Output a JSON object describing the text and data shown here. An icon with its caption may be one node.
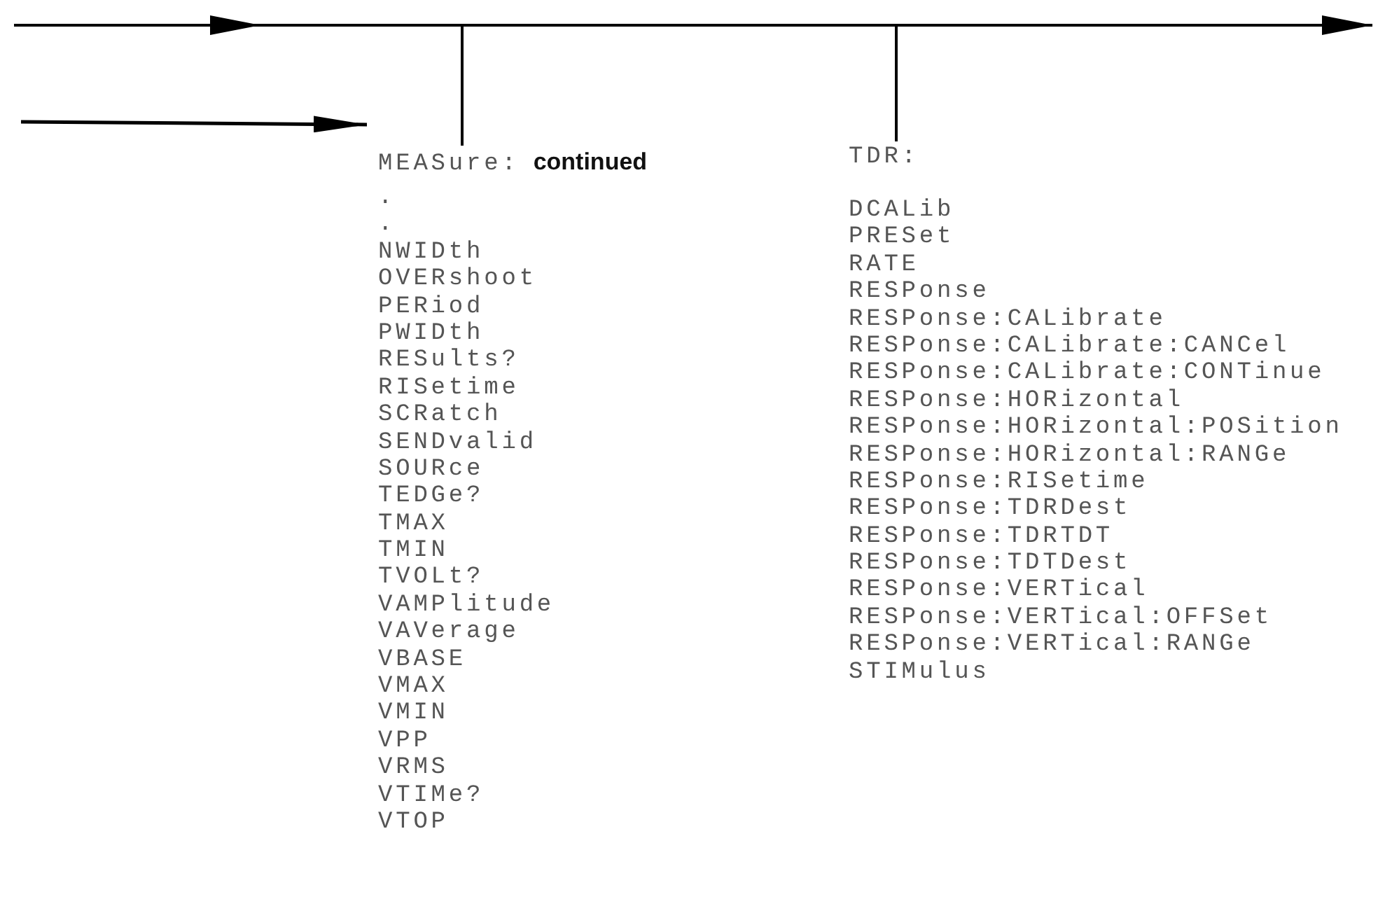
{
  "diagram": {
    "nodes": [
      {
        "text": [
          "MEASure:",
          "continued",
          ".",
          ".",
          "NWIDth",
          "OVERshoot",
          "PERiod",
          "PWIDth",
          "RESults?",
          "RISetime",
          "SCRatch",
          "SENDvalid",
          "SOURce",
          "TEDGe?",
          "TMAX",
          "TMIN",
          "TVOLt?",
          "VAMPlitude",
          "VAVerage",
          "VBASE",
          "VMAX",
          "VMIN",
          "VPP",
          "VRMS",
          "VTIMe?",
          "VTOP"
        ]
      },
      {
        "text": [
          "TDR:",
          "DCALib",
          "PRESet",
          "RATE",
          "RESPonse",
          "RESPonse:CALibrate",
          "RESPonse:CALibrate:CANCel",
          "RESPonse:CALibrate:CONTinue",
          "RESPonse:HORizontal",
          "RESPonse:HORizontal:POSition",
          "RESPonse:HORizontal:RANGe",
          "RESPonse:RISetime",
          "RESPonse:TDRDest",
          "RESPonse:TDRTDT",
          "RESPonse:TDTDest",
          "RESPonse:VERTical",
          "RESPonse:VERTical:OFFSet",
          "RESPonse:VERTical:RANGe",
          "STIMulus"
        ]
      }
    ],
    "edges": [
      {
        "from": null,
        "to": 0,
        "arrow": "none"
      },
      {
        "from": null,
        "to": 1,
        "arrow": "none"
      },
      {
        "from": null,
        "to": 0,
        "arrow": "to"
      }
    ]
  }
}
